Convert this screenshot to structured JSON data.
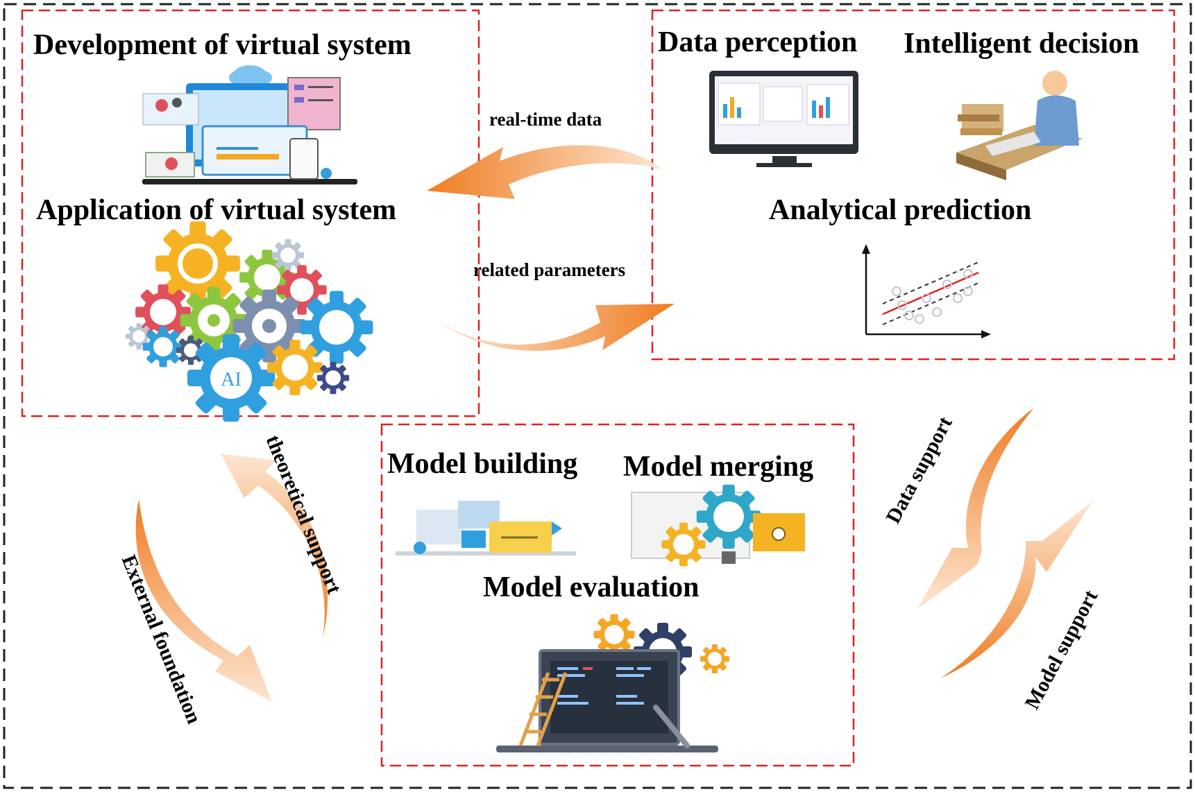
{
  "colors": {
    "outer_border": "#222222",
    "panel_border": "#e02020",
    "arrow": "#ef7d22",
    "arrow_light": "#fbe2cc",
    "icon_blue": "#2f9fe0",
    "icon_orange": "#f5a623",
    "icon_red": "#e0505a"
  },
  "panel_top_left": {
    "title_development": "Development of virtual system",
    "title_application": "Application of virtual system",
    "icons": [
      "web-development-illustration",
      "gear-cluster-illustration"
    ],
    "ai_label": "AI"
  },
  "panel_top_right": {
    "title_perception": "Data perception",
    "title_decision": "Intelligent decision",
    "title_prediction": "Analytical prediction",
    "icons": [
      "dashboard-monitor-illustration",
      "person-at-desk-illustration",
      "regression-plot-illustration"
    ]
  },
  "panel_bottom": {
    "title_building": "Model building",
    "title_merging": "Model merging",
    "title_evaluation": "Model evaluation",
    "icons": [
      "model-building-illustration",
      "model-merging-illustration",
      "laptop-gears-illustration"
    ]
  },
  "arrows": {
    "real_time_data": "real-time data",
    "related_parameters": "related parameters",
    "theoretical_support": "theoretical support",
    "external_foundation": "External foundation",
    "data_support": "Data support",
    "model_support": "Model support"
  }
}
